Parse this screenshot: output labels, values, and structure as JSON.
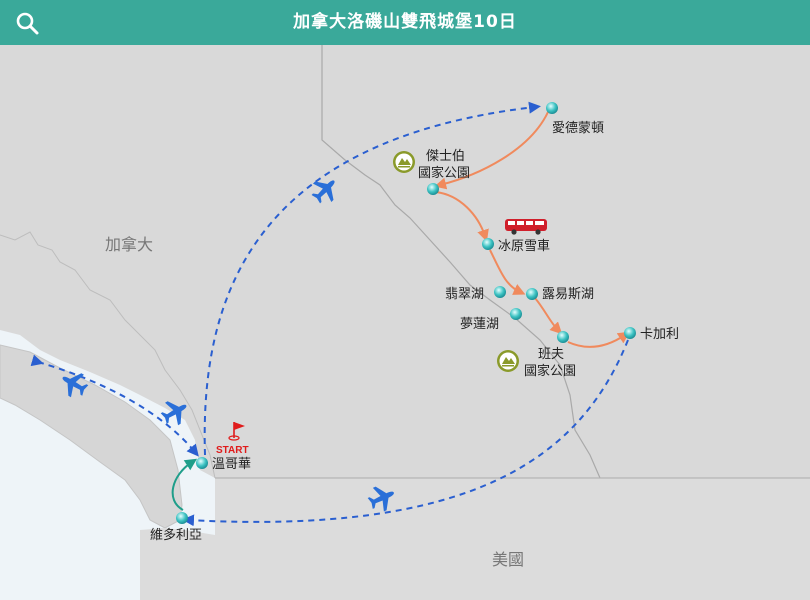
{
  "header": {
    "title": "加拿大洛磯山雙飛城堡10日",
    "search_icon": "search-icon"
  },
  "countries": {
    "canada": "加拿大",
    "usa": "美國"
  },
  "start_label": "START",
  "places": {
    "edmonton": "愛德蒙頓",
    "jasper_line1": "傑士伯",
    "jasper_line2": "國家公園",
    "icefield": "冰原雪車",
    "louise": "露易斯湖",
    "emerald": "翡翠湖",
    "moraine": "夢蓮湖",
    "banff_line1": "班夫",
    "banff_line2": "國家公園",
    "calgary": "卡加利",
    "vancouver": "溫哥華",
    "victoria": "維多利亞"
  },
  "colors": {
    "header": "#3aa99a",
    "land_canada": "#d9d9d9",
    "land_usa": "#dcdcdc",
    "water": "#eef4f8",
    "flight_route": "#2a5fd0",
    "ground_route": "#f08a5d",
    "ferry_route": "#1f9e8a",
    "marker": "#3cc2c2",
    "park_badge": "#8a9a2a",
    "bus": "#d01f2b"
  },
  "icons": [
    "search-icon",
    "airplane-icon",
    "bus-icon",
    "national-park-icon",
    "start-flag-icon"
  ]
}
